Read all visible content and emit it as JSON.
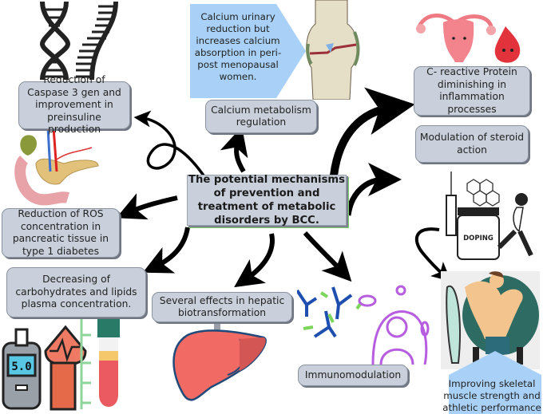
{
  "central": {
    "title": "The potential mechanisms of prevention and treatment of metabolic disorders by BCC."
  },
  "mechanisms": [
    {
      "id": "caspase",
      "label": "Reduction of Caspase 3 gen and improvement in preinsuline production",
      "icon": "dna-icon"
    },
    {
      "id": "calcium",
      "label": "Calcium metabolism regulation",
      "icon": "knee-joint-icon"
    },
    {
      "id": "crp",
      "label": "C- reactive Protein diminishing in inflammation processes",
      "icon": "uterus-blood-drop-icon"
    },
    {
      "id": "steroid",
      "label": "Modulation of steroid action",
      "icon": "doping-icon"
    },
    {
      "id": "ros",
      "label": "Reduction of ROS concentration in pancreatic tissue in type 1 diabetes",
      "icon": "pancreas-icon"
    },
    {
      "id": "carbs",
      "label": "Decreasing of carbohydrates and lipids plasma concentration.",
      "icon": "glucometer-blood-tube-icon"
    },
    {
      "id": "hepatic",
      "label": "Several effects in hepatic biotransformation",
      "icon": "liver-icon"
    },
    {
      "id": "immuno",
      "label": "Immunomodulation",
      "icon": "antibodies-icon"
    }
  ],
  "callouts": {
    "calcium_note": "Calcium urinary reduction but increases calcium absorption in peri-post menopausal women.",
    "muscle_note": "Improving skeletal muscle strength and athletic performance"
  },
  "illustration_text": {
    "glucometer_reading": "5.0",
    "doping_label": "DOPING"
  },
  "colors": {
    "box_fill": "#c9d0db",
    "callout_fill": "#a9d1f7",
    "central_border_accent": "#7fd06a",
    "arrow": "#000000"
  }
}
